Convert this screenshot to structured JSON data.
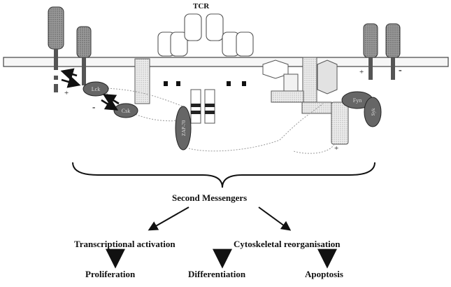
{
  "diagram": {
    "labels": {
      "tcr": "TCR",
      "second_messengers": "Second Messengers",
      "transcriptional_activation": "Transcriptional activation",
      "cytoskeletal_reorganisation": "Cytoskeletal reorganisation",
      "proliferation": "Proliferation",
      "differentiation": "Differentiation",
      "apoptosis": "Apoptosis"
    },
    "signs": {
      "plus_left": "+",
      "minus_left": "-",
      "plus_right": "+",
      "minus_right": "-",
      "plus_bottom": "+"
    },
    "molecule_labels": {
      "lck": "Lck",
      "csk": "Csk",
      "zap70": "ZAP-70",
      "fyn": "Fyn",
      "syk": "Syk"
    }
  }
}
